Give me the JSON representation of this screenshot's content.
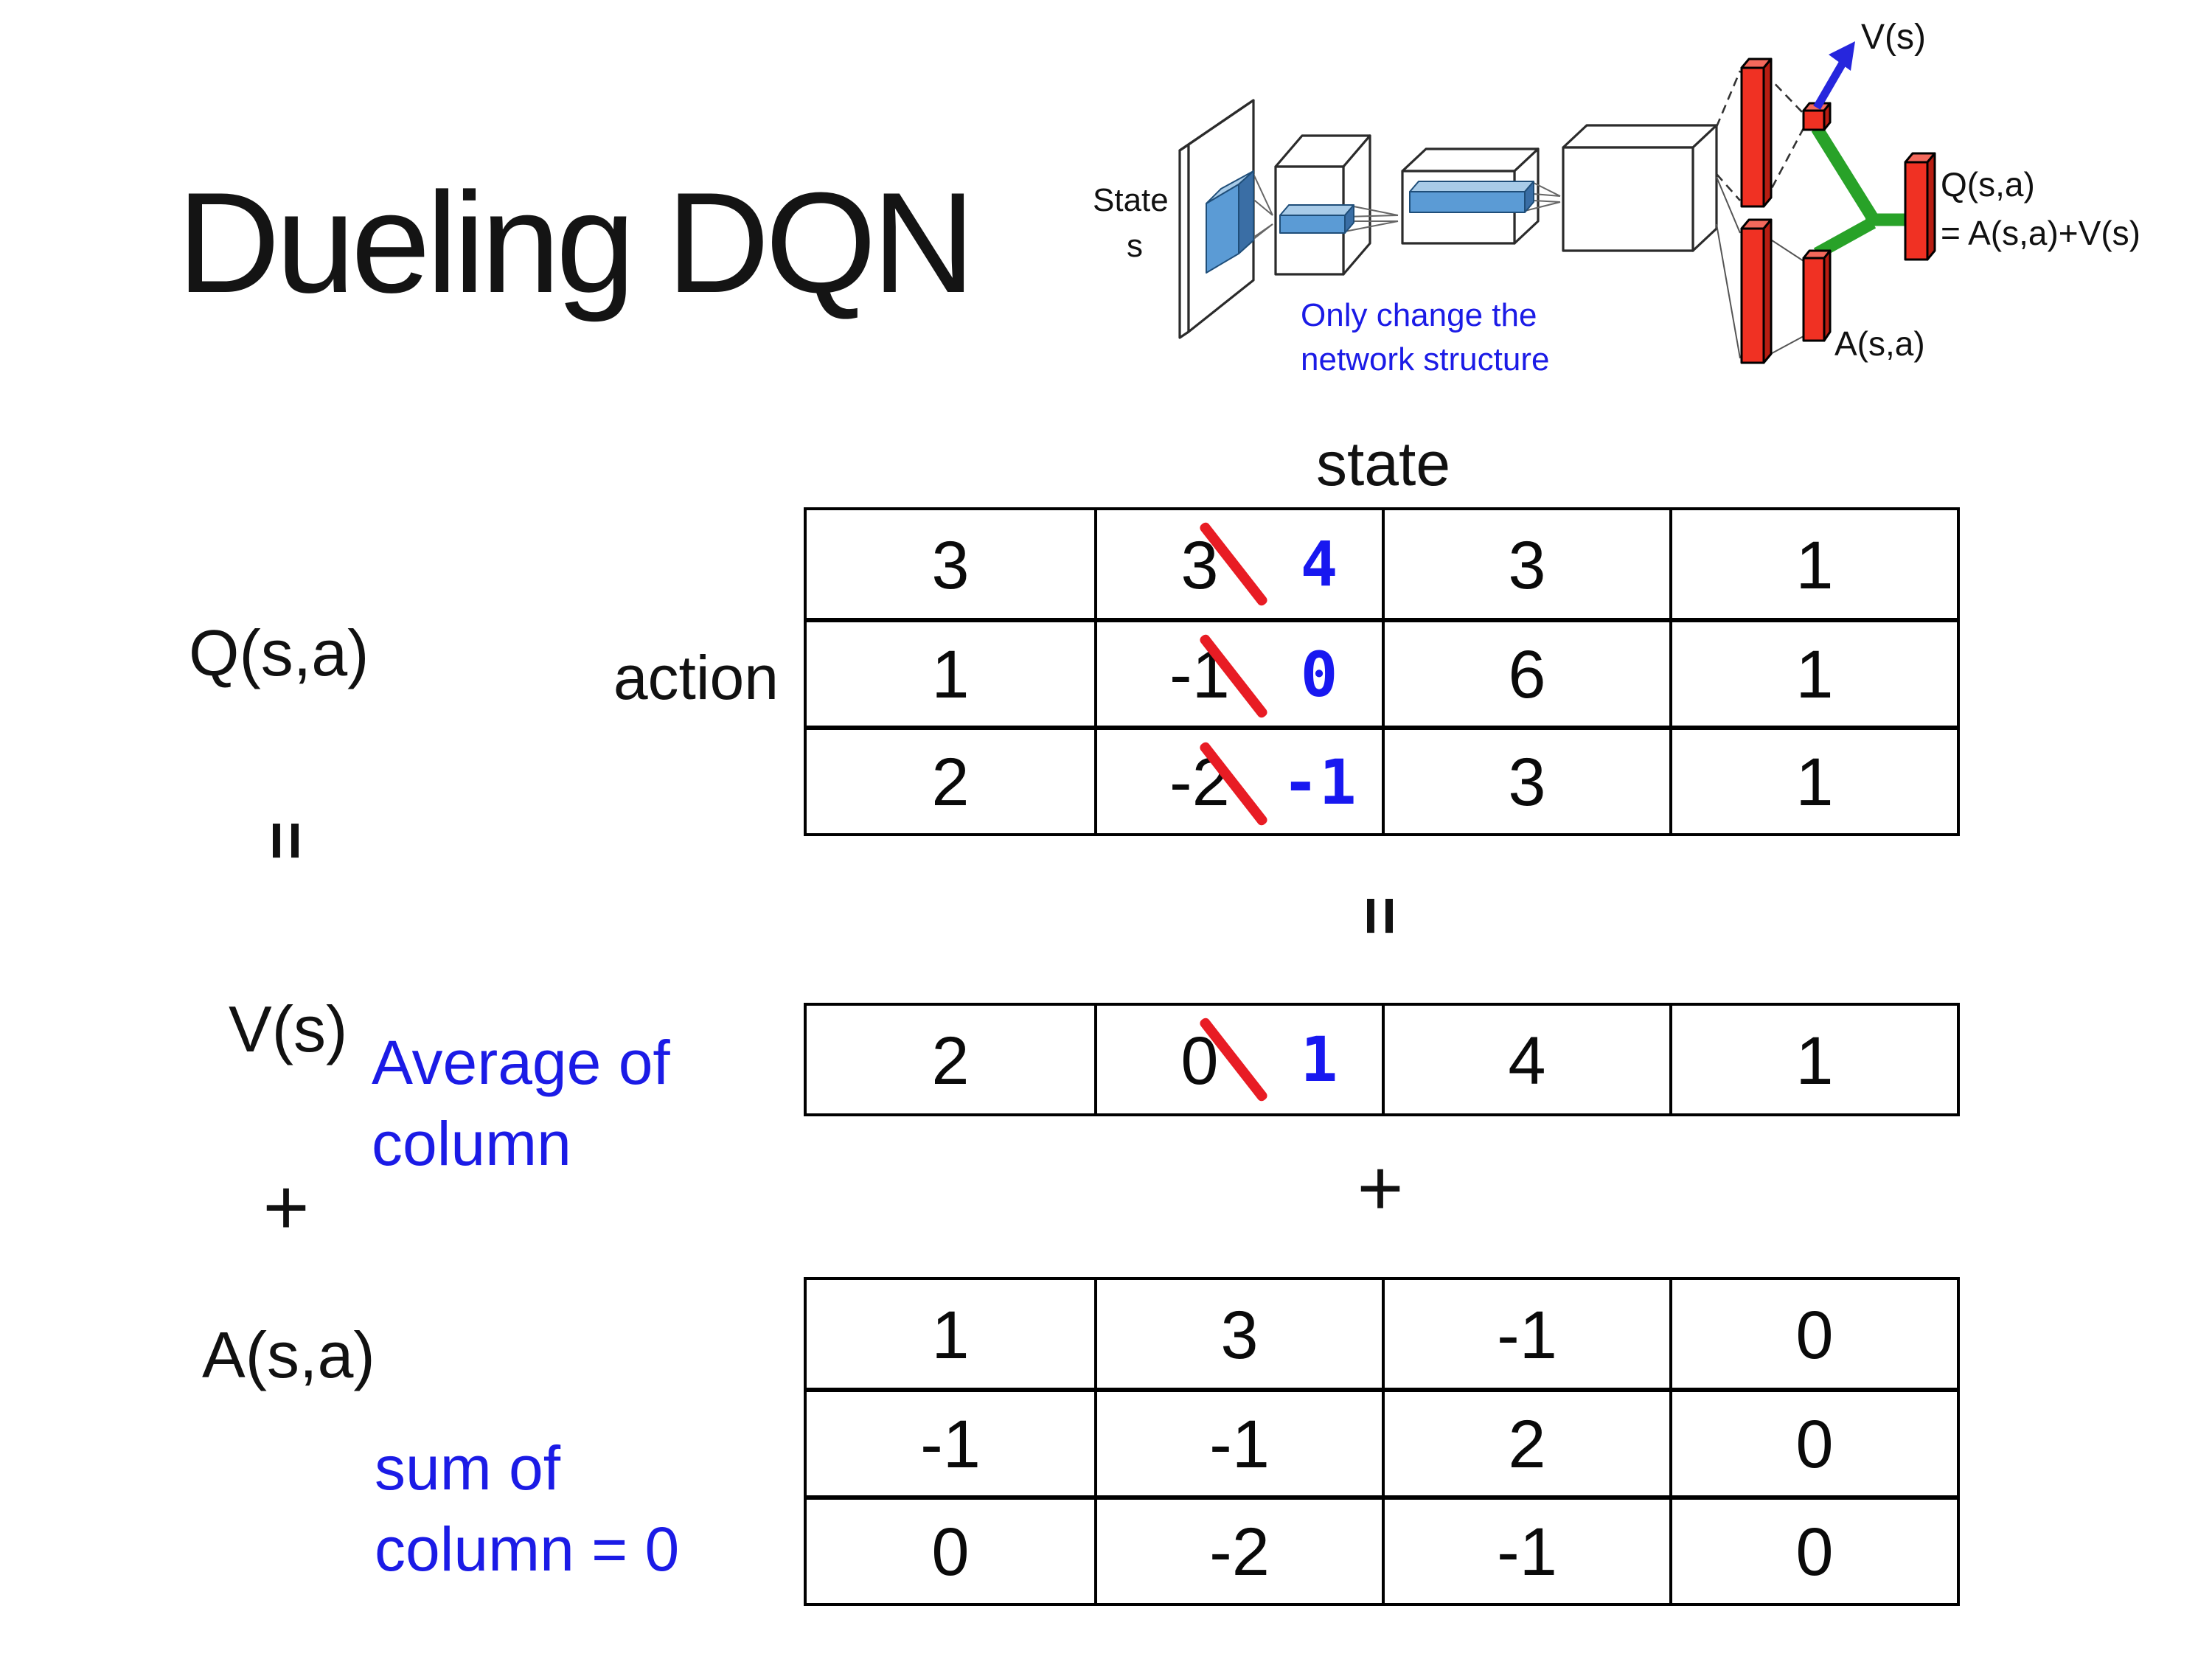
{
  "slide": {
    "title": "Dueling DQN",
    "background_color": "#ffffff",
    "text_color": "#111111"
  },
  "diagram": {
    "input_label_line1": "State",
    "input_label_line2": "s",
    "v_stream_label": "V(s)",
    "q_output_line1": "Q(s,a)",
    "q_output_line2": "= A(s,a)+V(s)",
    "a_stream_label": "A(s,a)",
    "note_line1": "Only change the",
    "note_line2": "network structure",
    "colors": {
      "conv_filter_blue": "#5b9bd5",
      "fc_bar_red": "#f03123",
      "merge_green": "#28a228",
      "arrow_blue": "#2626dd",
      "note_blue": "#1b1be6",
      "box_outline": "#2b2b2b"
    }
  },
  "matrix": {
    "axis_state": "state",
    "axis_action": "action",
    "q_label": "Q(s,a)",
    "v_label": "V(s)",
    "a_label": "A(s,a)",
    "equals_sign": "=",
    "plus_sign": "+",
    "v_note_line1": "Average of",
    "v_note_line2": "column",
    "a_note_line1": "sum of",
    "a_note_line2": "column = 0",
    "colors": {
      "strike_red": "#e81c24",
      "replacement_blue": "#1818f0",
      "note_blue": "#1b1be6",
      "grid_black": "#000000"
    }
  },
  "tables": {
    "q": {
      "rows": [
        {
          "c0": "3",
          "old": "3",
          "new": "4",
          "c2": "3",
          "c3": "1"
        },
        {
          "c0": "1",
          "old": "-1",
          "new": "0",
          "c2": "6",
          "c3": "1"
        },
        {
          "c0": "2",
          "old": "-2",
          "new": "-1",
          "c2": "3",
          "c3": "1"
        }
      ]
    },
    "v": {
      "row": {
        "c0": "2",
        "old": "0",
        "new": "1",
        "c2": "4",
        "c3": "1"
      }
    },
    "a": {
      "rows": [
        {
          "c0": "1",
          "c1": "3",
          "c2": "-1",
          "c3": "0"
        },
        {
          "c0": "-1",
          "c1": "-1",
          "c2": "2",
          "c3": "0"
        },
        {
          "c0": "0",
          "c1": "-2",
          "c2": "-1",
          "c3": "0"
        }
      ]
    }
  }
}
